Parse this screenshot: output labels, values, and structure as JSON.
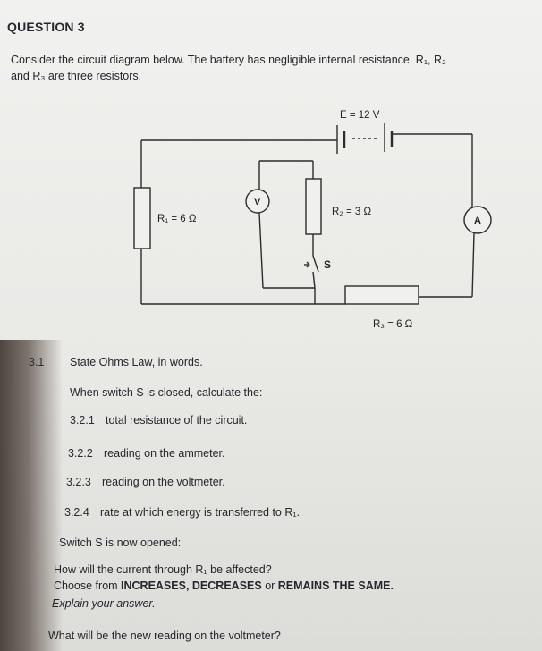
{
  "question": {
    "heading": "QUESTION 3",
    "intro_line1": "Consider the circuit diagram below. The battery has negligible internal resistance. R₁, R₂",
    "intro_line2": "and R₃ are three resistors."
  },
  "circuit": {
    "emf_label": "E = 12 V",
    "r1_label": "R₁ = 6 Ω",
    "r2_label": "R₂ = 3 Ω",
    "r3_label": "R₃ = 6 Ω",
    "voltmeter_symbol": "V",
    "ammeter_symbol": "A",
    "switch_label": "S"
  },
  "items": [
    {
      "number": "3.1",
      "text": "State Ohms Law, in words."
    },
    {
      "number": "",
      "text": "When switch S is closed, calculate the:"
    },
    {
      "number": "3.2.1",
      "text": "total resistance of the circuit."
    },
    {
      "number": "3.2.2",
      "text": "reading on the ammeter."
    },
    {
      "number": "3.2.3",
      "text": "reading on the voltmeter."
    },
    {
      "number": "3.2.4",
      "text": "rate at which energy is transferred to R₁."
    }
  ],
  "switch_open": {
    "intro": "Switch S is now opened:",
    "q1_line1": "How will the current through R₁ be affected?",
    "q1_line2_prefix": "Choose from ",
    "q1_line2_bold": "INCREASES, DECREASES",
    "q1_line2_or": " or ",
    "q1_line2_bold2": "REMAINS THE SAME.",
    "q1_line3": "Explain your answer.",
    "q2": "What will be the new reading on the voltmeter?"
  }
}
